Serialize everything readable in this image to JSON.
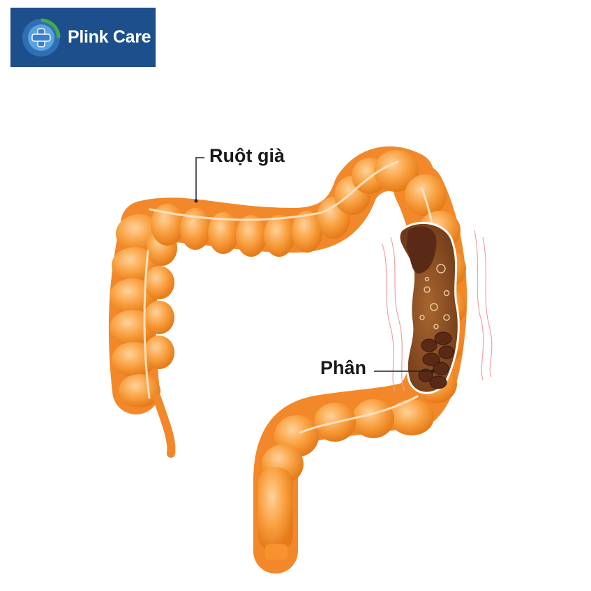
{
  "brand": {
    "name": "Plink Care",
    "color": "#1c4f8c",
    "accent": "#3fae49"
  },
  "labels": {
    "colon": "Ruột già",
    "stool": "Phân"
  },
  "colors": {
    "colon_fill": "#f7932c",
    "colon_light": "#ffc98a",
    "colon_dark": "#e06f12",
    "stool": "#5a2a17",
    "stool_bg": "#9a5a2a"
  }
}
